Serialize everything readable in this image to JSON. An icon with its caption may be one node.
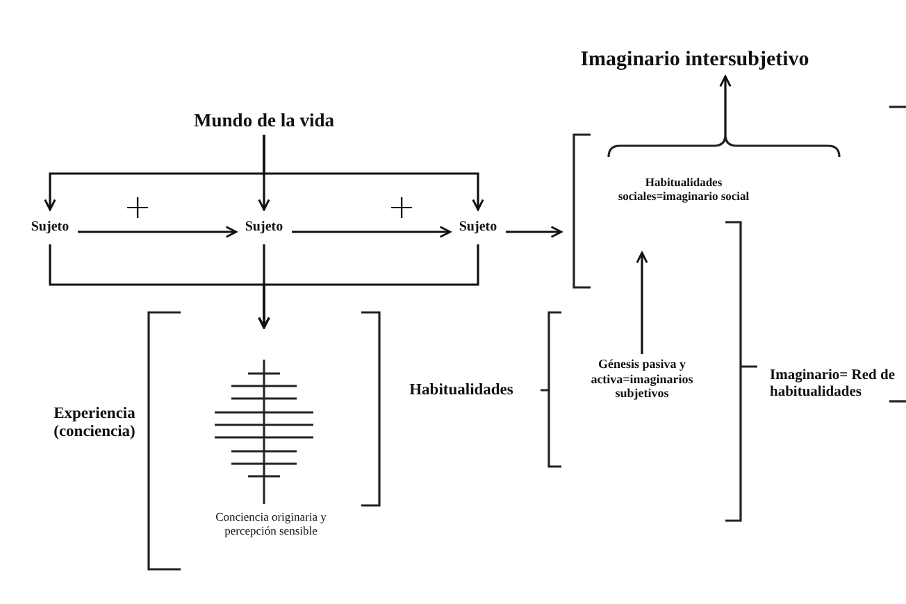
{
  "diagram": {
    "nodes": [
      {
        "text": [
          "Mundo de la vida"
        ]
      },
      {
        "text": [
          "Sujeto"
        ]
      },
      {
        "text": [
          "Sujeto"
        ]
      },
      {
        "text": [
          "Sujeto"
        ]
      },
      {
        "text": [
          "Imaginario intersubjetivo"
        ]
      },
      {
        "text": [
          "Habitualidades sociales=imaginario social"
        ]
      },
      {
        "text": [
          "Experiencia (conciencia)"
        ]
      },
      {
        "text": [],
        "shape": "picture"
      },
      {
        "text": [
          "Conciencia originaria y percepción sensible"
        ]
      },
      {
        "text": [
          "Habitualidades"
        ]
      },
      {
        "text": [
          "Génesis pasiva y activa=imaginarios subjetivos"
        ]
      },
      {
        "text": [
          "Imaginario= Red de habitualidades"
        ]
      }
    ],
    "edges": [
      {
        "from": 0,
        "to": 1,
        "arrow": "to"
      },
      {
        "from": 0,
        "to": 2,
        "arrow": "to"
      },
      {
        "from": 0,
        "to": 3,
        "arrow": "to"
      },
      {
        "from": 1,
        "to": 2,
        "arrow": "to",
        "label": "+"
      },
      {
        "from": 2,
        "to": 3,
        "arrow": "to",
        "label": "+"
      },
      {
        "from": 3,
        "to": 5,
        "arrow": "to"
      },
      {
        "from": 1,
        "to": 7,
        "arrow": "to"
      },
      {
        "from": 2,
        "to": 7,
        "arrow": "to"
      },
      {
        "from": 3,
        "to": 7,
        "arrow": "to"
      },
      {
        "from": 10,
        "to": 5,
        "arrow": "to"
      },
      {
        "from": 5,
        "to": 4,
        "arrow": "to"
      }
    ]
  }
}
